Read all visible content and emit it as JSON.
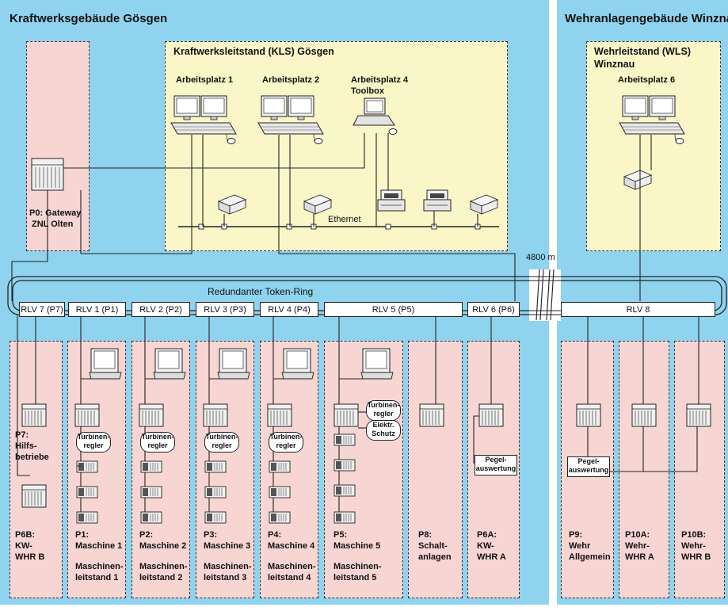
{
  "buildings": {
    "goesgen_title": "Kraftwerksgebäude Gösgen",
    "winznau_title": "Wehranlagengebäude Winznau"
  },
  "kls": {
    "title": "Kraftwerksleitstand (KLS) Gösgen",
    "ws1": "Arbeitsplatz 1",
    "ws2": "Arbeitsplatz 2",
    "ws4_line1": "Arbeitsplatz 4",
    "ws4_line2": "Toolbox",
    "ethernet": "Ethernet"
  },
  "wls": {
    "title_line1": "Wehrleitstand (WLS)",
    "title_line2": "Winznau",
    "ws6": "Arbeitsplatz 6"
  },
  "gateway": {
    "line1": "P0: Gateway",
    "line2": "ZNL Olten"
  },
  "ring": {
    "label": "Redundanter Token-Ring",
    "distance": "4800 m"
  },
  "rlv": [
    "RLV 7 (P7)",
    "RLV 1 (P1)",
    "RLV 2 (P2)",
    "RLV 3 (P3)",
    "RLV 4 (P4)",
    "RLV 5 (P5)",
    "RLV 6 (P6)",
    "RLV 8"
  ],
  "stations": {
    "p7": [
      "P7:",
      "Hilfs-",
      "betriebe"
    ],
    "p6b": [
      "P6B:",
      "KW-",
      "WHR B"
    ],
    "p1": [
      "P1:",
      "Maschine 1",
      "",
      "Maschinen-",
      "leitstand 1"
    ],
    "p2": [
      "P2:",
      "Maschine 2",
      "",
      "Maschinen-",
      "leitstand 2"
    ],
    "p3": [
      "P3:",
      "Maschine 3",
      "",
      "Maschinen-",
      "leitstand 3"
    ],
    "p4": [
      "P4:",
      "Maschine 4",
      "",
      "Maschinen-",
      "leitstand 4"
    ],
    "p5": [
      "P5:",
      "Maschine 5",
      "",
      "Maschinen-",
      "leitstand 5"
    ],
    "p8": [
      "P8:",
      "Schalt-",
      "anlagen"
    ],
    "p6a": [
      "P6A:",
      "KW-",
      "WHR A"
    ],
    "p9": [
      "P9:",
      "Wehr",
      "Allgemein"
    ],
    "p10a": [
      "P10A:",
      "Wehr-",
      "WHR A"
    ],
    "p10b": [
      "P10B:",
      "Wehr-",
      "WHR B"
    ]
  },
  "tags": {
    "turbinenregler": [
      "Turbinen-",
      "regler"
    ],
    "elektr_schutz": [
      "Elektr.",
      "Schutz"
    ],
    "pegelauswertung": [
      "Pegel-",
      "auswertung"
    ]
  }
}
